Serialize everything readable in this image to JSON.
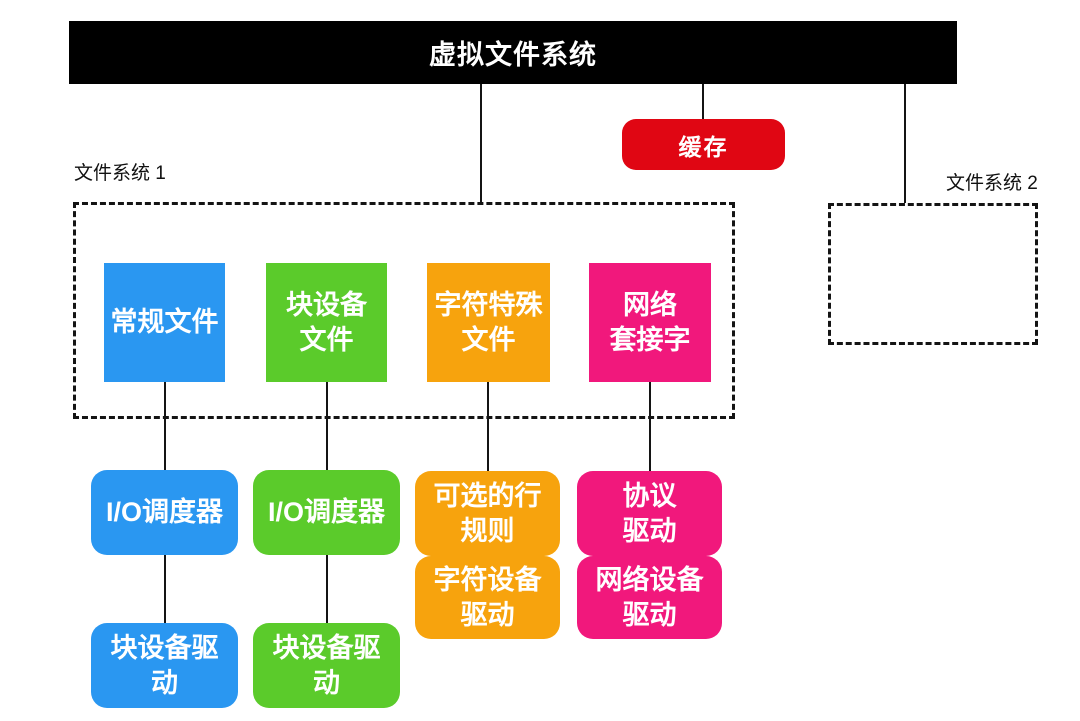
{
  "vfs_bar": {
    "title": "虚拟文件系统",
    "bg_color": "#000000",
    "text_color": "#ffffff"
  },
  "cache": {
    "label": "缓存",
    "color": "#e00613"
  },
  "filesystem1": {
    "label": "文件系统 1"
  },
  "filesystem2": {
    "label": "文件系统 2"
  },
  "line_color": "#141414",
  "columns": [
    {
      "id": "regular-files",
      "color": "#2a97f1",
      "top_label": "常规文件",
      "mid_label": "I/O调度器",
      "bottom_label": "块设备驱\n动"
    },
    {
      "id": "block-device-files",
      "color": "#5bcb2b",
      "top_label": "块设备\n文件",
      "mid_label": "I/O调度器",
      "bottom_label": "块设备驱\n动"
    },
    {
      "id": "character-special-files",
      "color": "#f7a30d",
      "top_label": "字符特殊\n文件",
      "mid_label": "可选的行\n规则",
      "bottom_label": "字符设备\n驱动"
    },
    {
      "id": "network-sockets",
      "color": "#f1187c",
      "top_label": "网络\n套接字",
      "mid_label": "协议\n驱动",
      "bottom_label": "网络设备\n驱动"
    }
  ]
}
